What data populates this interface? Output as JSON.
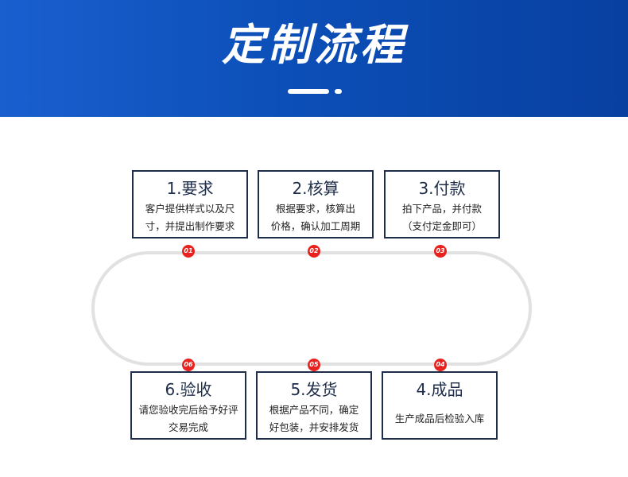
{
  "header": {
    "title": "定制流程"
  },
  "steps": [
    {
      "num": "01",
      "title": "1.要求",
      "desc": [
        "客户提供样式以及尺",
        "寸，并提出制作要求"
      ]
    },
    {
      "num": "02",
      "title": "2.核算",
      "desc": [
        "根据要求，核算出",
        "价格，确认加工周期"
      ]
    },
    {
      "num": "03",
      "title": "3.付款",
      "desc": [
        "拍下产品，并付款",
        "（支付定金即可）"
      ]
    },
    {
      "num": "04",
      "title": "4.成品",
      "desc": [
        "生产成品后检验入库"
      ]
    },
    {
      "num": "05",
      "title": "5.发货",
      "desc": [
        "根据产品不同，确定",
        "好包装，并安排发货"
      ]
    },
    {
      "num": "06",
      "title": "6.验收",
      "desc": [
        "请您验收完后给予好评",
        "交易完成"
      ]
    }
  ],
  "colors": {
    "banner": "#0c4fb8",
    "accent": "#e8231f",
    "border": "#1e2d4a",
    "track": "#e1e1e1"
  }
}
